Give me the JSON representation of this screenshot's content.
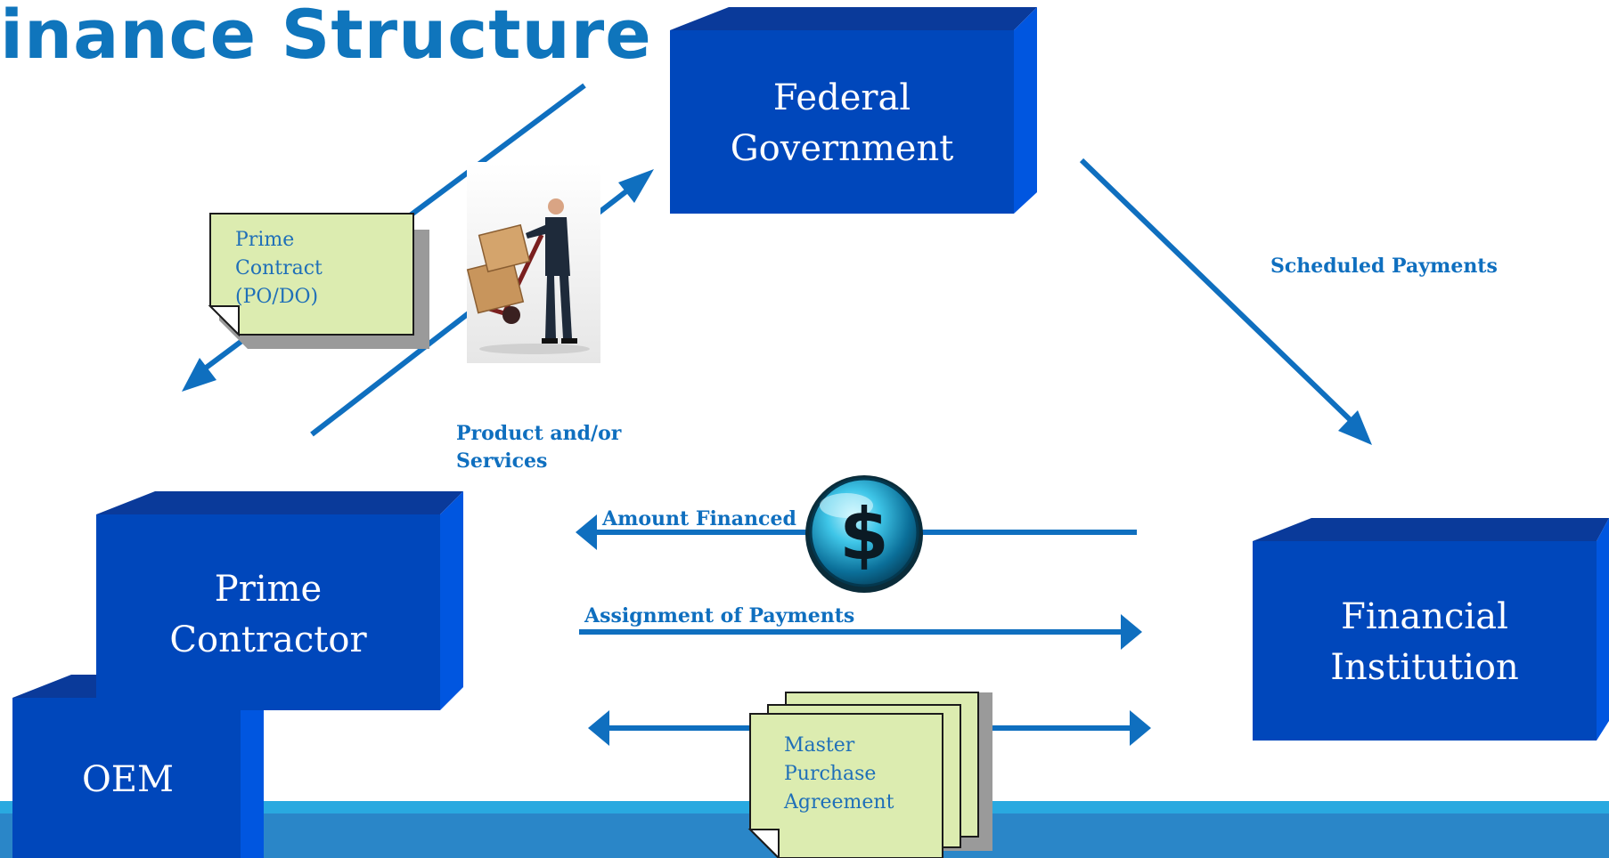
{
  "title": "inance Structure",
  "nodes": {
    "federal_government": [
      "Federal",
      "Government"
    ],
    "prime_contractor": [
      "Prime",
      "Contractor"
    ],
    "oem": "OEM",
    "financial_institution": [
      "Financial",
      "Institution"
    ]
  },
  "documents": {
    "prime_contract": [
      "Prime",
      "Contract",
      "(PO/DO)"
    ],
    "master_purchase_agreement": [
      "Master",
      "Purchase",
      "Agreement"
    ]
  },
  "flows": {
    "scheduled_payments": "Scheduled Payments",
    "product_services": [
      "Product and/or",
      "Services"
    ],
    "amount_financed": "Amount Financed",
    "assignment_of_payments": "Assignment of Payments"
  },
  "icons": {
    "dollar_coin": "dollar-coin-icon",
    "delivery_person": "delivery-person-icon"
  },
  "colors": {
    "box_front": "#0047bb",
    "box_top": "#0a3a9a",
    "box_side": "#0056e0",
    "arrow": "#0f6fbf",
    "note_fill": "#dcecb0",
    "footer_light": "#29a9e0",
    "footer_dark": "#2a86c8"
  }
}
